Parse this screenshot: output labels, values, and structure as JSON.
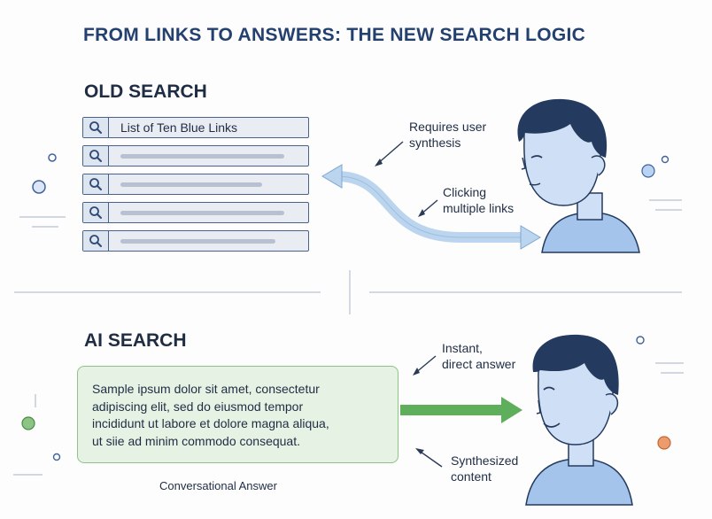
{
  "title": "FROM LINKS TO ANSWERS: THE NEW SEARCH LOGIC",
  "old_search": {
    "heading": "OLD SEARCH",
    "first_result": "List of Ten Blue Links",
    "note_synthesis": [
      "Requires user",
      "synthesis"
    ],
    "note_clicking": [
      "Clicking",
      "multiple links"
    ]
  },
  "ai_search": {
    "heading": "AI SEARCH",
    "answer_lines": [
      "Sample ipsum dolor sit amet, consectetur",
      "adipiscing elit, sed do eiusmod tempor",
      "incididunt ut labore et dolore magna aliqua,",
      "ut siie ad minim commodo consequat."
    ],
    "caption": "Conversational Answer",
    "note_instant": [
      "Instant,",
      "direct answer"
    ],
    "note_synthesized": [
      "Synthesized",
      "content"
    ]
  },
  "colors": {
    "title": "#23406e",
    "old_arrow": "#bcd5ee",
    "ai_arrow": "#5fae5c",
    "person_shirt": "#a4c4ec",
    "person_hair": "#243a5e"
  }
}
